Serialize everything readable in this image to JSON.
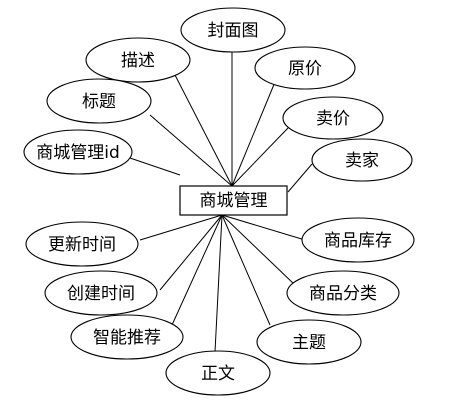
{
  "entity": {
    "label": "商城管理"
  },
  "attributes": [
    {
      "id": "cover-image",
      "label": "封面图"
    },
    {
      "id": "description",
      "label": "描述"
    },
    {
      "id": "original-price",
      "label": "原价"
    },
    {
      "id": "title",
      "label": "标题"
    },
    {
      "id": "sale-price",
      "label": "卖价"
    },
    {
      "id": "mall-id",
      "label": "商城管理id"
    },
    {
      "id": "seller",
      "label": "卖家"
    },
    {
      "id": "update-time",
      "label": "更新时间"
    },
    {
      "id": "stock",
      "label": "商品库存"
    },
    {
      "id": "create-time",
      "label": "创建时间"
    },
    {
      "id": "category",
      "label": "商品分类"
    },
    {
      "id": "recommendation",
      "label": "智能推荐"
    },
    {
      "id": "topic",
      "label": "主题"
    },
    {
      "id": "body-text",
      "label": "正文"
    }
  ]
}
